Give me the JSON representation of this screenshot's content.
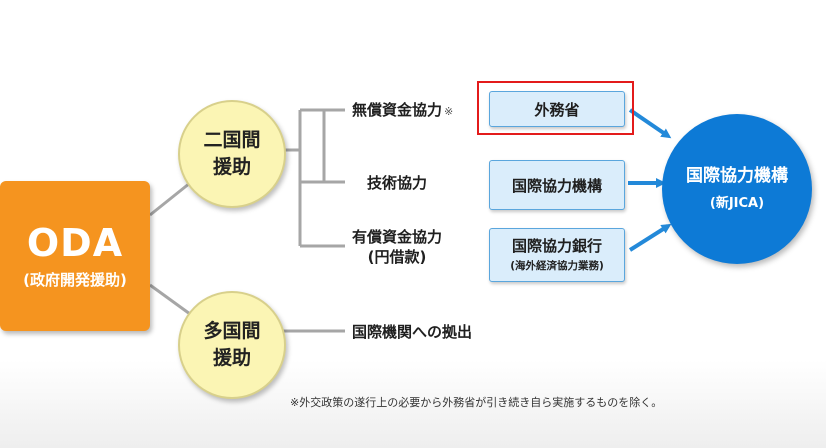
{
  "oda": {
    "title": "ODA",
    "subtitle": "(政府開発援助)"
  },
  "bilateral": {
    "line1": "二国間",
    "line2": "援助"
  },
  "multilateral": {
    "line1": "多国間",
    "line2": "援助"
  },
  "grant_aid": {
    "label": "無償資金協力",
    "mark": "※"
  },
  "technical_cooperation": {
    "label": "技術協力"
  },
  "loan_aid": {
    "label": "有償資金協力",
    "sublabel": "(円借款)"
  },
  "contribution": {
    "label": "国際機関への拠出"
  },
  "mofa": {
    "label": "外務省"
  },
  "jica_tech": {
    "label": "国際協力機構"
  },
  "jbic": {
    "label": "国際協力銀行",
    "sublabel": "(海外経済協力業務)"
  },
  "new_jica": {
    "label": "国際協力機構",
    "sublabel": "(新JICA)"
  },
  "footnote": "※外交政策の遂行上の必要から外務省が引き続き自ら実施するものを除く。",
  "colors": {
    "oda": "#f5941f",
    "circle": "#fbf5b4",
    "connector": "#a6a6a6",
    "box": "#daedfb",
    "box_border": "#5aa6dd",
    "arrow": "#2389d9",
    "jica": "#0d7ad6",
    "highlight": "#e31b1b"
  }
}
